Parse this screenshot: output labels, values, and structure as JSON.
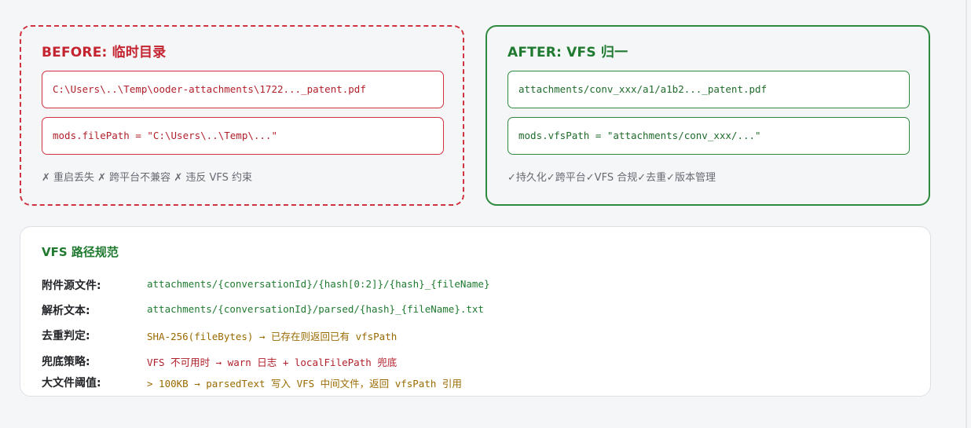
{
  "before": {
    "title": "BEFORE: 临时目录",
    "path_example": "C:\\Users\\..\\Temp\\ooder-attachments\\1722..._patent.pdf",
    "mods_example": "mods.filePath = \"C:\\Users\\..\\Temp\\...\"",
    "issues": "✗ 重启丢失 ✗ 跨平台不兼容 ✗ 违反 VFS 约束"
  },
  "after": {
    "title": "AFTER: VFS 归一",
    "path_example": "attachments/conv_xxx/a1/a1b2..._patent.pdf",
    "mods_example": "mods.vfsPath = \"attachments/conv_xxx/...\"",
    "benefits": "✓持久化✓跨平台✓VFS 合规✓去重✓版本管理"
  },
  "spec": {
    "title": "VFS 路径规范",
    "rows": [
      {
        "label": "附件源文件:",
        "value": "attachments/{conversationId}/{hash[0:2]}/{hash}_{fileName}",
        "color": "#1f7a30"
      },
      {
        "label": "解析文本:",
        "value": "attachments/{conversationId}/parsed/{hash}_{fileName}.txt",
        "color": "#1f7a30"
      },
      {
        "label": "去重判定:",
        "value": "SHA-256(fileBytes) → 已存在则返回已有 vfsPath",
        "color": "#9a6a00"
      },
      {
        "label": "兜底策略:",
        "value": "VFS 不可用时 → warn 日志 + localFilePath 兜底",
        "color": "#b11f2a"
      },
      {
        "label": "大文件阈值:",
        "value": "> 100KB → parsedText 写入 VFS 中间文件，返回 vfsPath 引用",
        "color": "#9a6a00"
      }
    ]
  },
  "colors": {
    "before_accent": "#d0323f",
    "after_accent": "#2e8a3e",
    "spec_border": "#dcdfe4"
  }
}
